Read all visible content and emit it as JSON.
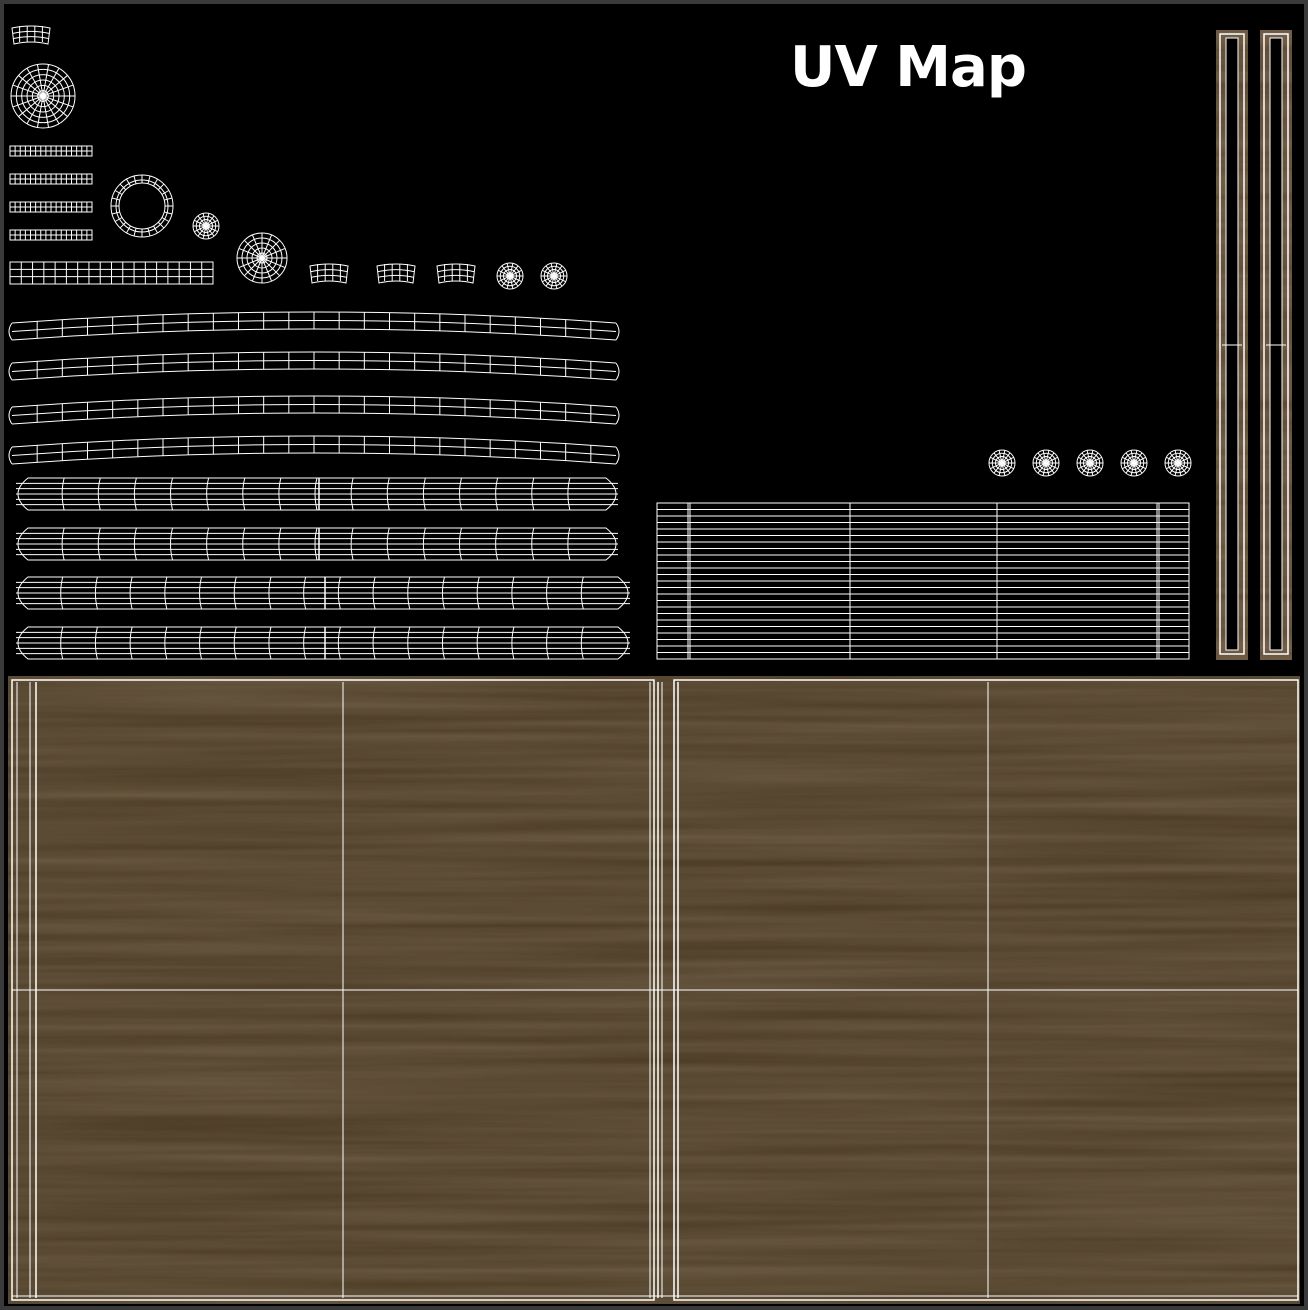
{
  "title": "UV Map",
  "colors": {
    "background": "#000000",
    "frame": "#3a3a3a",
    "wireframe": "#ffffff",
    "wood_base": "#4a3a24",
    "wood_dark": "#3e301d",
    "wood_light": "#5a4630"
  },
  "texture": "wood-grain-texture",
  "uv_islands": [
    "small-curved-patch",
    "large-radial-disc",
    "thin-strip-1",
    "thin-strip-2",
    "thin-strip-3",
    "thin-strip-4",
    "ring-disc",
    "small-radial-disc",
    "grid-strip",
    "medium-radial-disc",
    "curved-patch-1",
    "curved-patch-2",
    "curved-patch-3",
    "small-disc-1",
    "small-disc-2",
    "arched-strip-1",
    "arched-strip-2",
    "arched-strip-3",
    "arched-strip-4",
    "bulged-band-1",
    "bulged-band-2",
    "bulged-band-3",
    "bulged-band-4",
    "tiny-disc-1",
    "tiny-disc-2",
    "tiny-disc-3",
    "tiny-disc-4",
    "tiny-disc-5",
    "rectangular-grid-block",
    "vertical-wood-strip-left",
    "vertical-wood-strip-right",
    "large-wood-panel-left",
    "large-wood-panel-right"
  ]
}
